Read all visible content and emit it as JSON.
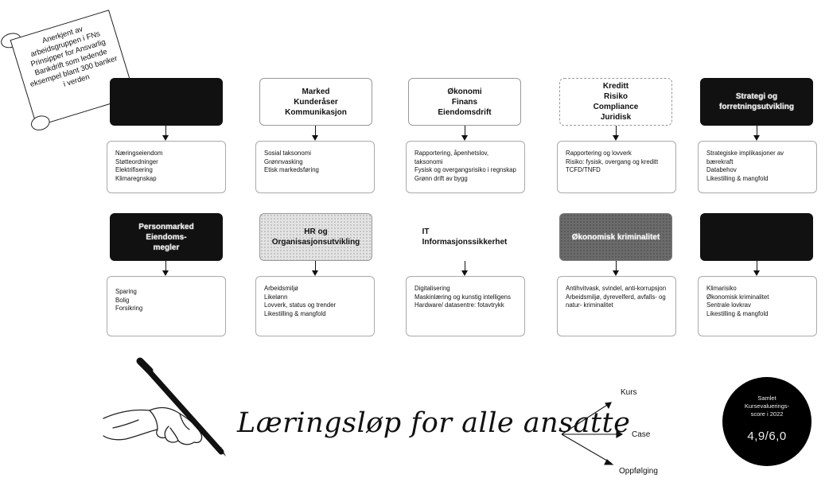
{
  "scroll": {
    "lines": [
      "Anerkjent av",
      "arbeidsgruppen i FNs",
      "Prinsipper for Ansvarlig",
      "Bankdrift som ledende",
      "eksempel blant 300 banker",
      "i verden"
    ]
  },
  "row1": [
    {
      "header": "",
      "style": "dark",
      "items": [
        "Næringseiendom",
        "Støtteordninger",
        "Elektrifisering",
        "Klimaregnskap"
      ]
    },
    {
      "header": "Marked\nKunderåser\nKommunikasjon",
      "style": "light",
      "items": [
        "Sosial taksonomi",
        "Grønnvasking",
        "Etisk markedsføring"
      ]
    },
    {
      "header": "Økonomi\nFinans\nEiendomsdrift",
      "style": "light",
      "items": [
        "Rapportering, åpenhetslov, taksonomi",
        "Fysisk og overgangsrisiko i regnskap",
        "Grønn drift av bygg"
      ]
    },
    {
      "header": "Kreditt\nRisiko\nCompliance\nJuridisk",
      "style": "dashed",
      "items": [
        "Rapportering og lovverk",
        "Risiko: fysisk, overgang og kreditt",
        "TCFD/TNFD"
      ]
    },
    {
      "header": "Strategi og forretningsutvikling",
      "style": "dark",
      "items": [
        "Strategiske implikasjoner av bærekraft",
        "Databehov",
        "Likestilling & mangfold"
      ]
    }
  ],
  "row2": [
    {
      "header": "Personmarked\nEiendoms-\nmegler",
      "style": "dark",
      "items": [
        "Sparing",
        "Bolig",
        "Forsikring"
      ]
    },
    {
      "header": "HR og\nOrganisasjonsutvikling",
      "style": "dotted",
      "items": [
        "Arbeidsmiljø",
        "Likelønn",
        "Lovverk, status og trender",
        "Likestilling & mangfold"
      ]
    },
    {
      "header": "IT\nInformasjonssikkerhet",
      "style": "plain",
      "items": [
        "Digitalisering",
        "Maskinlæring og kunstig intelligens",
        "Hardware/ datasentre: fotavtrykk"
      ]
    },
    {
      "header": "Økonomisk kriminalitet",
      "style": "gray",
      "items": [
        "Antihvitvask, svindel, anti-korrupsjon",
        "Arbeidsmiljø, dyrevelferd, avfalls- og natur- kriminalitet"
      ]
    },
    {
      "header": "",
      "style": "dark",
      "items": [
        "Klimarisiko",
        "Økonomisk kriminalitet",
        "Sentrale lovkrav",
        "Likestilling & mangfold"
      ]
    }
  ],
  "bottom": {
    "tagline": "Læringsløp for alle ansatte",
    "branches": [
      "Kurs",
      "Case",
      "Oppfølging"
    ]
  },
  "score": {
    "caption_lines": [
      "Samlet",
      "Kursevaluerings-",
      "score i 2022"
    ],
    "value": "4,9/6,0"
  }
}
